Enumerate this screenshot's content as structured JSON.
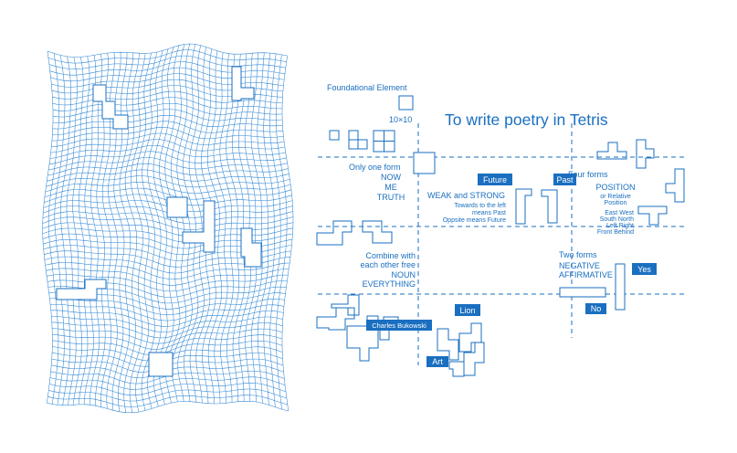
{
  "title": "To write poetry in Tetris",
  "accent_color": "#1a6fc0",
  "labels": {
    "foundational": "Foundational Element",
    "grid_size": "10×10",
    "only_one_form": "Only one form",
    "now": "NOW",
    "me": "ME",
    "truth": "TRUTH",
    "weak_strong": "WEAK and STRONG",
    "towards_left": "Towards to the left",
    "means_past": "means Past",
    "opposite_future": "Oppsite means Future",
    "four_forms": "Four forms",
    "position": "POSITION",
    "or_relative": "or Relative",
    "position_sub": "Position",
    "east_west": "East West",
    "south_north": "South North",
    "left_right": "Left Right",
    "front_behind": "Front Behind",
    "combine_with": "Combine with",
    "each_other_free": "each other free",
    "noun": "NOUN",
    "everything": "EVERYTHING",
    "two_forms": "Two forms",
    "negative": "NEGATIVE",
    "affirmative": "AFFIRMATIVE"
  },
  "tags": {
    "future": "Future",
    "past": "Past",
    "yes": "Yes",
    "no": "No",
    "lion": "Lion",
    "charles": "Charles Bukowski",
    "art": "Art"
  }
}
